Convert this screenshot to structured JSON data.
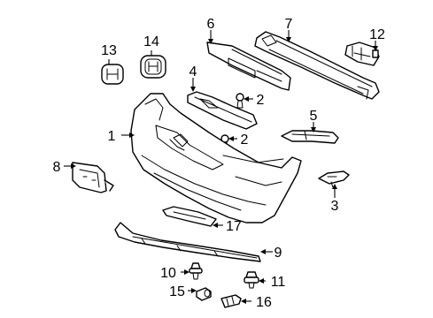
{
  "callouts": {
    "c1": "1",
    "c2a": "2",
    "c2b": "2",
    "c3": "3",
    "c4": "4",
    "c5": "5",
    "c6": "6",
    "c7": "7",
    "c8": "8",
    "c9": "9",
    "c10": "10",
    "c11": "11",
    "c12": "12",
    "c13": "13",
    "c14": "14",
    "c15": "15",
    "c16": "16",
    "c17": "17"
  },
  "colors": {
    "line": "#000000",
    "background": "#ffffff"
  }
}
